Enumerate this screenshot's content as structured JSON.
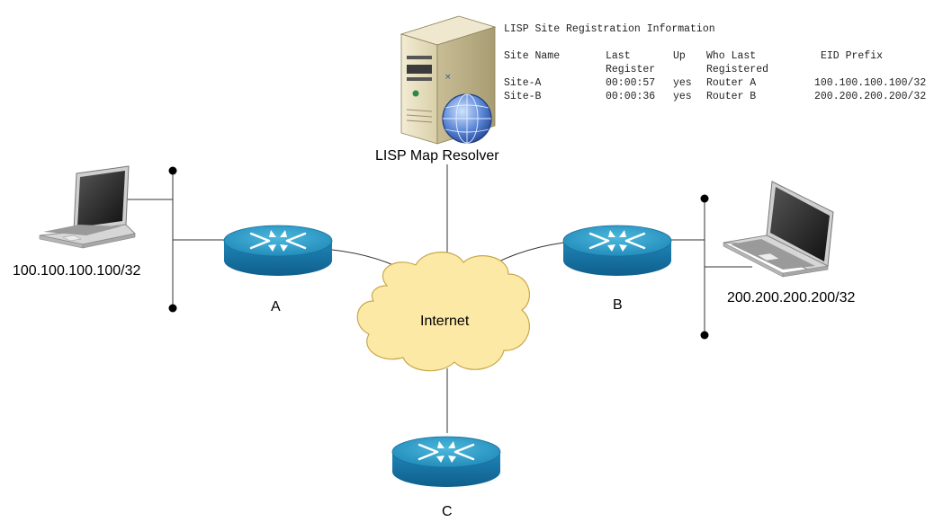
{
  "map_resolver": {
    "label": "LISP Map Resolver",
    "icon": "server-globe-icon"
  },
  "registration_table": {
    "title": "LISP Site Registration Information",
    "headers": {
      "site_name": "Site Name",
      "last_register_1": "Last",
      "last_register_2": "Register",
      "up": "Up",
      "who_last_1": "Who Last",
      "who_last_2": "Registered",
      "eid_prefix": "EID Prefix"
    },
    "rows": [
      {
        "site": "Site-A",
        "last": "00:00:57",
        "up": "yes",
        "who": "Router A",
        "eid": "100.100.100.100/32"
      },
      {
        "site": "Site-B",
        "last": "00:00:36",
        "up": "yes",
        "who": "Router B",
        "eid": "200.200.200.200/32"
      }
    ]
  },
  "internet": {
    "label": "Internet",
    "color": "#fde9a6",
    "icon": "cloud-icon"
  },
  "routers": [
    {
      "label": "A",
      "icon": "router-icon"
    },
    {
      "label": "B",
      "icon": "router-icon"
    },
    {
      "label": "C",
      "icon": "router-icon"
    }
  ],
  "hosts": [
    {
      "label": "100.100.100.100/32",
      "icon": "laptop-icon"
    },
    {
      "label": "200.200.200.200/32",
      "icon": "laptop-icon"
    }
  ],
  "colors": {
    "router_top": "#2f9fc6",
    "router_side": "#1570a0",
    "cloud_fill": "#fde9a6",
    "cloud_stroke": "#c7a84a",
    "line": "#333333"
  }
}
